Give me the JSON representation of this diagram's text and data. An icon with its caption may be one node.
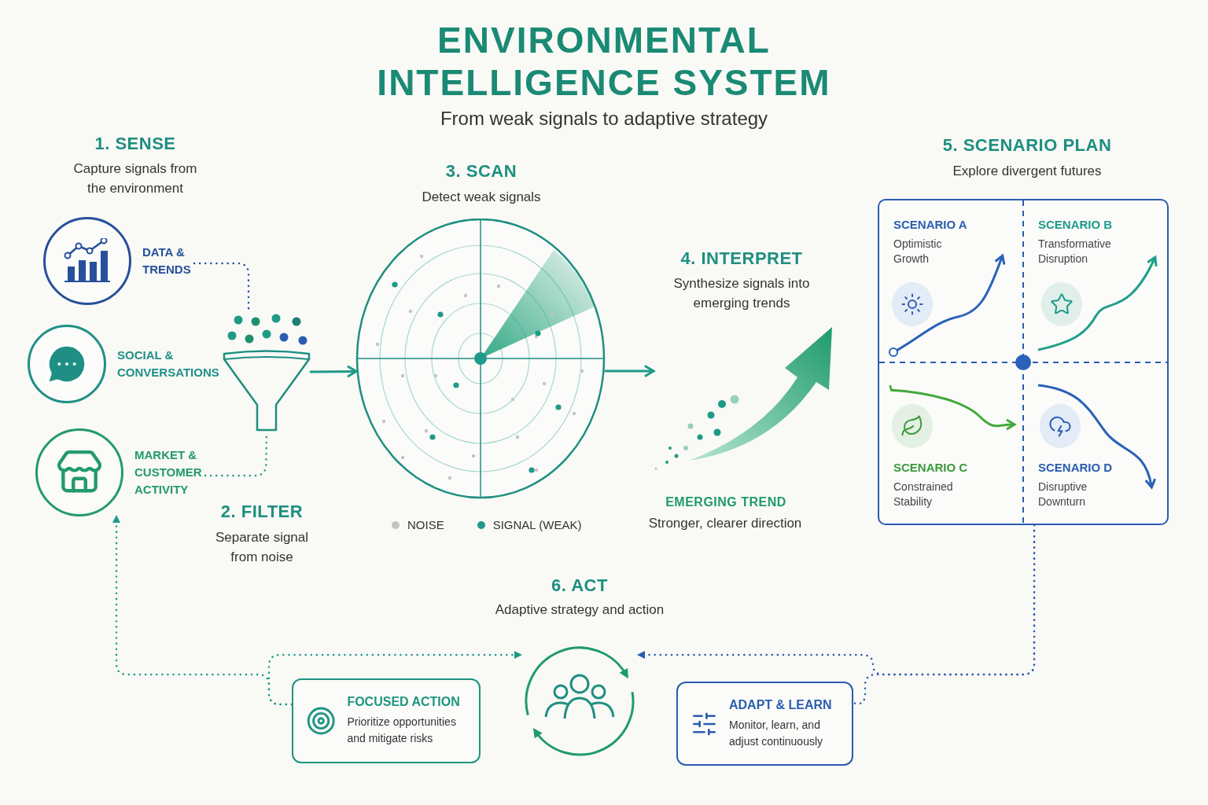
{
  "diagram": {
    "title": "ENVIRONMENTAL INTELLIGENCE SYSTEM",
    "nodes": [
      {
        "text": [
          "DATA & TRENDS"
        ]
      },
      {
        "text": [
          "SOCIAL & CONVERSATIONS"
        ]
      },
      {
        "text": [
          "MARKET & CUSTOMER ACTIVITY"
        ]
      },
      {
        "text": [],
        "shape": "funnel",
        "beside": [
          "2. FILTER",
          "Separate signal from noise"
        ]
      },
      {
        "text": [],
        "shape": "circle",
        "beside": [
          "3. SCAN",
          "Detect weak signals"
        ]
      },
      {
        "text": [],
        "shape": "picture",
        "beside": [
          "4. INTERPRET",
          "Synthesize signals into emerging trends",
          "EMERGING TREND",
          "Stronger, clearer direction"
        ]
      },
      {
        "text": [],
        "shape": "box",
        "beside": [
          "5. SCENARIO PLAN",
          "Explore divergent futures"
        ]
      },
      {
        "text": [
          "SCENARIO A",
          "Optimistic Growth"
        ],
        "in": 6
      },
      {
        "text": [
          "SCENARIO B",
          "Transformative Disruption"
        ],
        "in": 6
      },
      {
        "text": [
          "SCENARIO C",
          "Constrained Stability"
        ],
        "in": 6
      },
      {
        "text": [
          "SCENARIO D",
          "Disruptive Downturn"
        ],
        "in": 6
      },
      {
        "text": [],
        "shape": "circle",
        "beside": [
          "6. ACT",
          "Adaptive strategy and action"
        ]
      },
      {
        "text": [
          "FOCUSED ACTION",
          "Prioritize opportunities and mitigate risks"
        ]
      },
      {
        "text": [
          "ADAPT & LEARN",
          "Monitor, learn, and adjust continuously"
        ]
      }
    ],
    "edges": [
      {
        "from": 0,
        "to": 3,
        "arrow": "none",
        "style": "dashed",
        "color": "#27509a"
      },
      {
        "from": 2,
        "to": 3,
        "arrow": "none",
        "style": "dashed"
      },
      {
        "from": 3,
        "to": 4,
        "arrow": "to"
      },
      {
        "from": 4,
        "to": 5,
        "arrow": "to"
      },
      {
        "from": 6,
        "to": 11,
        "arrow": "to",
        "style": "dashed",
        "color": "#2a5db0"
      },
      {
        "from": 6,
        "to": 13,
        "arrow": "none",
        "style": "dashed",
        "color": "#2a5db0"
      },
      {
        "from": 12,
        "to": 2,
        "arrow": "to",
        "style": "dashed"
      },
      {
        "from": 12,
        "to": 11,
        "arrow": "to",
        "style": "dashed"
      }
    ],
    "labels": [
      "From weak signals to adaptive strategy",
      "1. SENSE",
      "Capture signals from the environment"
    ],
    "legend": [
      {
        "text": "NOISE",
        "color": "#c4c4c4"
      },
      {
        "text": "SIGNAL (WEAK)",
        "color": "#1e9a88"
      }
    ]
  }
}
